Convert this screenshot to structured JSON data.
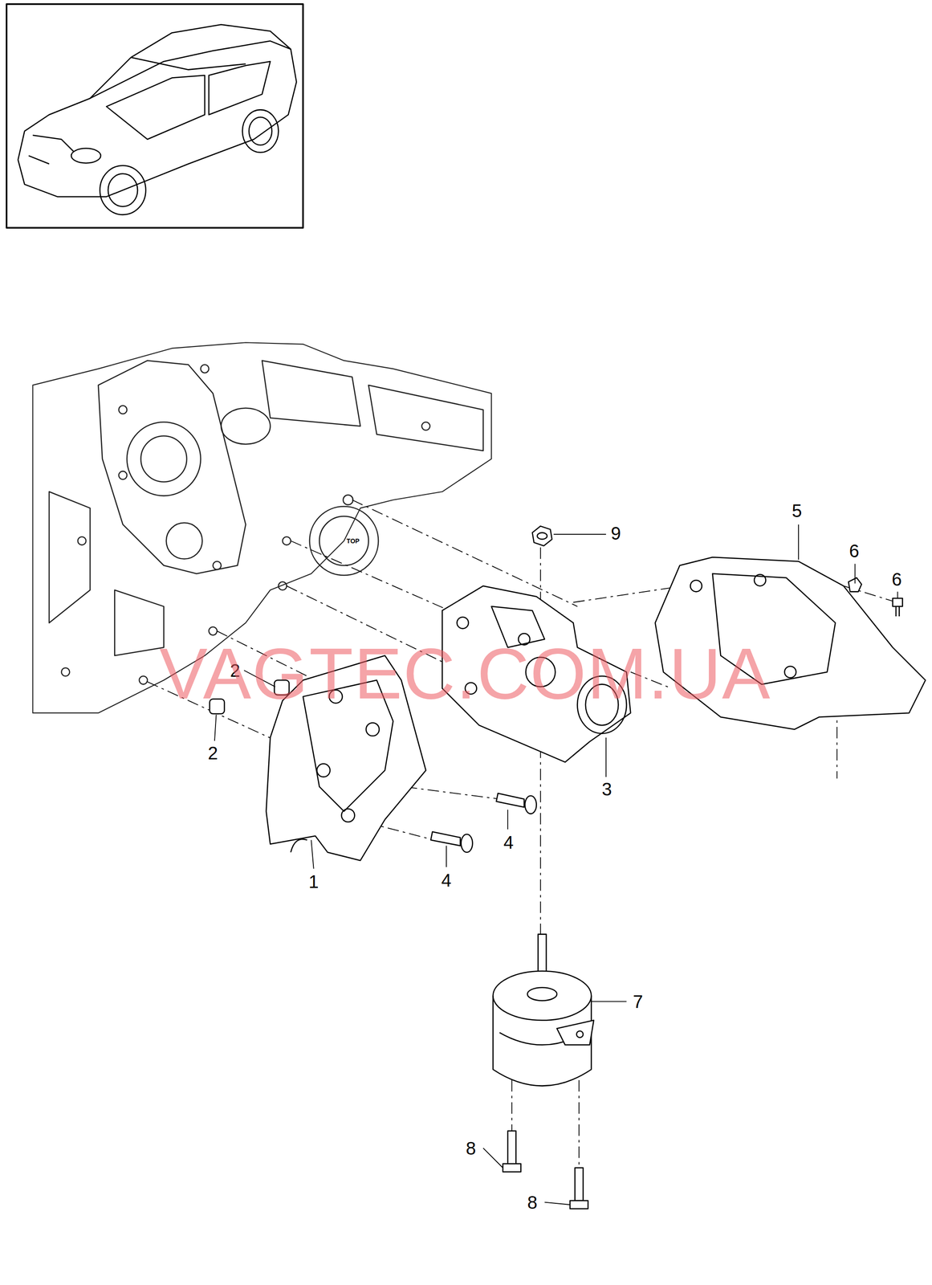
{
  "diagram": {
    "labels": [
      "TOP",
      "9",
      "5",
      "6",
      "6",
      "2",
      "2",
      "3",
      "1",
      "4",
      "4",
      "7",
      "8",
      "8",
      "VAGTEC.COM.UA"
    ]
  }
}
